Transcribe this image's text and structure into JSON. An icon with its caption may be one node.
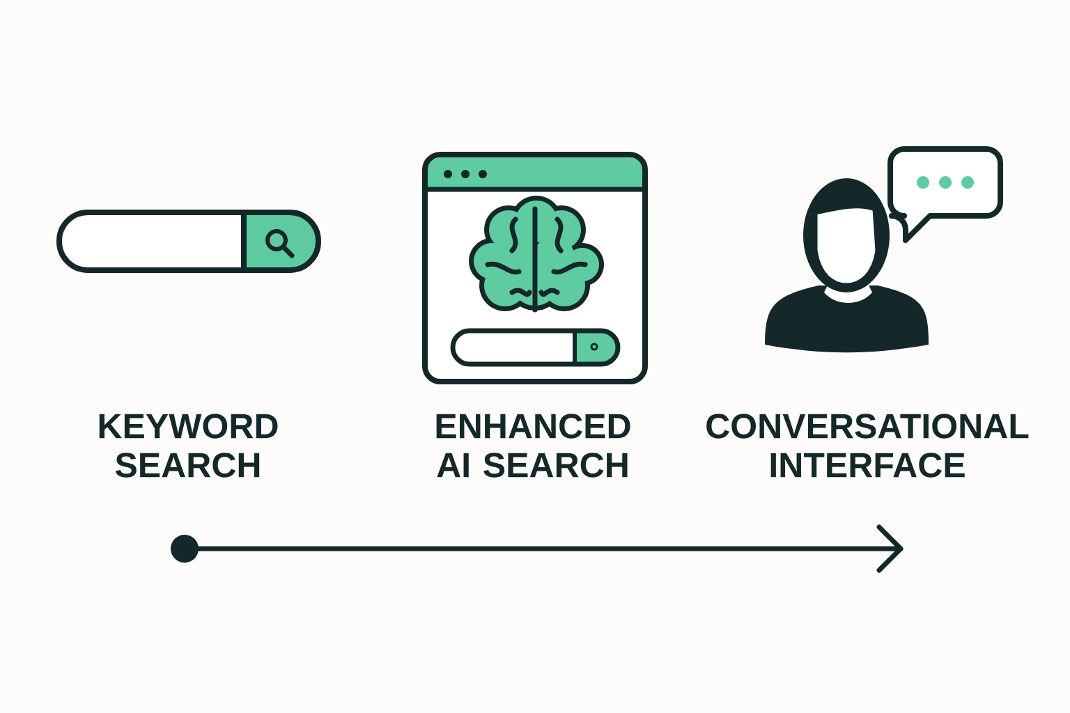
{
  "diagram": {
    "labels": [
      "KEYWORD SEARCH",
      "ENHANCED AI SEARCH",
      "CONVERSATIONAL INTERFACE"
    ]
  }
}
